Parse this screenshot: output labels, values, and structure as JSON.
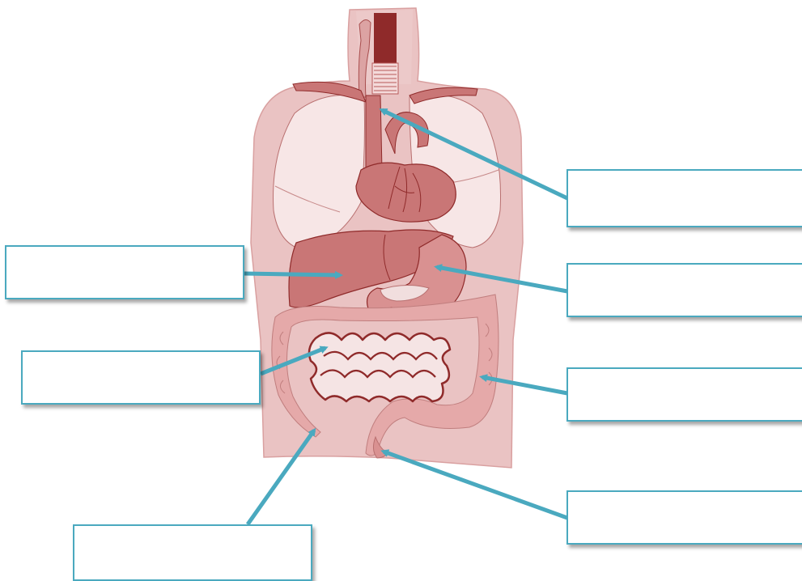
{
  "diagram": {
    "colors": {
      "body_fill": "#eac3c3",
      "body_stroke": "#d9a0a0",
      "organ_fill": "#c97676",
      "organ_dark": "#8f2a2a",
      "lung_fill": "#f7e6e6",
      "intestine_fill": "#e5a9a9",
      "arrow": "#4aa9bf",
      "box_border": "#4aa9bf"
    },
    "labels": [
      {
        "id": "box-1",
        "text": ""
      },
      {
        "id": "box-2",
        "text": ""
      },
      {
        "id": "box-3",
        "text": ""
      },
      {
        "id": "box-4",
        "text": ""
      },
      {
        "id": "box-5",
        "text": ""
      },
      {
        "id": "box-6",
        "text": ""
      },
      {
        "id": "box-7",
        "text": ""
      }
    ]
  }
}
